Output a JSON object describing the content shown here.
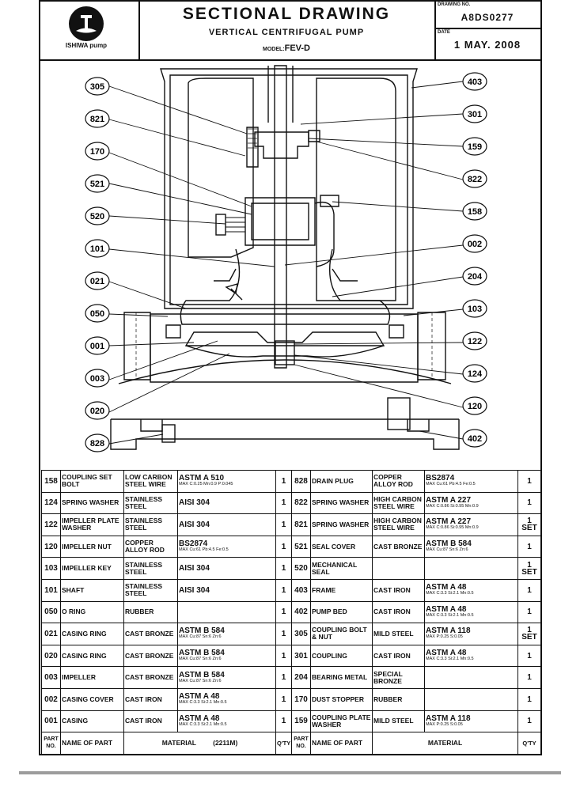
{
  "header": {
    "logo_text": "ISHIWA pump",
    "title": "SECTIONAL DRAWING",
    "subtitle": "VERTICAL CENTRIFUGAL PUMP",
    "model_label": "MODEL:",
    "model": "FEV-D",
    "drawing_no_label": "DRAWING NO.",
    "drawing_no": "A8DS0277",
    "date_label": "DATE",
    "date": "1 MAY. 2008"
  },
  "callouts_left": [
    "305",
    "821",
    "170",
    "521",
    "520",
    "101",
    "021",
    "050",
    "001",
    "003",
    "020",
    "828"
  ],
  "callouts_right": [
    "403",
    "301",
    "159",
    "822",
    "158",
    "002",
    "204",
    "103",
    "122",
    "124",
    "120",
    "402"
  ],
  "parts_rows": [
    {
      "l_no": "158",
      "l_name": "COUPLING SET BOLT",
      "l_mat": "LOW CARBON STEEL WIRE",
      "l_std": "ASTM A 510",
      "l_comp": "MAX C:0.25 Mn:0.9 P:0.045",
      "l_qty": "1",
      "r_no": "828",
      "r_name": "DRAIN PLUG",
      "r_mat": "COPPER ALLOY ROD",
      "r_std": "BS2874",
      "r_comp": "MAX Cu:61 Pb:4.5 Fe:0.5",
      "r_qty": "1"
    },
    {
      "l_no": "124",
      "l_name": "SPRING WASHER",
      "l_mat": "STAINLESS STEEL",
      "l_std": "AISI 304",
      "l_comp": "",
      "l_qty": "1",
      "r_no": "822",
      "r_name": "SPRING WASHER",
      "r_mat": "HIGH CARBON STEEL WIRE",
      "r_std": "ASTM A 227",
      "r_comp": "MAX C:0.86 Si:0.95 Mn:0.9",
      "r_qty": "1"
    },
    {
      "l_no": "122",
      "l_name": "IMPELLER PLATE WASHER",
      "l_mat": "STAINLESS STEEL",
      "l_std": "AISI 304",
      "l_comp": "",
      "l_qty": "1",
      "r_no": "821",
      "r_name": "SPRING WASHER",
      "r_mat": "HIGH CARBON STEEL WIRE",
      "r_std": "ASTM A 227",
      "r_comp": "MAX C:0.86 Si:0.95 Mn:0.9",
      "r_qty": "1 SET"
    },
    {
      "l_no": "120",
      "l_name": "IMPELLER NUT",
      "l_mat": "COPPER ALLOY ROD",
      "l_std": "BS2874",
      "l_comp": "MAX Cu:61 Pb:4.5 Fe:0.5",
      "l_qty": "1",
      "r_no": "521",
      "r_name": "SEAL COVER",
      "r_mat": "CAST BRONZE",
      "r_std": "ASTM B 584",
      "r_comp": "MAX Cu:87 Sn:6 Zn:6",
      "r_qty": "1"
    },
    {
      "l_no": "103",
      "l_name": "IMPELLER KEY",
      "l_mat": "STAINLESS STEEL",
      "l_std": "AISI 304",
      "l_comp": "",
      "l_qty": "1",
      "r_no": "520",
      "r_name": "MECHANICAL SEAL",
      "r_mat": "",
      "r_std": "",
      "r_comp": "",
      "r_qty": "1 SET"
    },
    {
      "l_no": "101",
      "l_name": "SHAFT",
      "l_mat": "STAINLESS STEEL",
      "l_std": "AISI 304",
      "l_comp": "",
      "l_qty": "1",
      "r_no": "403",
      "r_name": "FRAME",
      "r_mat": "CAST IRON",
      "r_std": "ASTM A 48",
      "r_comp": "MAX C:3.3 Si:2.1 Mn:0.5",
      "r_qty": "1"
    },
    {
      "l_no": "050",
      "l_name": "O RING",
      "l_mat": "RUBBER",
      "l_std": "",
      "l_comp": "",
      "l_qty": "1",
      "r_no": "402",
      "r_name": "PUMP BED",
      "r_mat": "CAST IRON",
      "r_std": "ASTM A 48",
      "r_comp": "MAX C:3.3 Si:2.1 Mn:0.5",
      "r_qty": "1"
    },
    {
      "l_no": "021",
      "l_name": "CASING RING",
      "l_mat": "CAST BRONZE",
      "l_std": "ASTM B 584",
      "l_comp": "MAX Cu:87 Sn:6 Zn:6",
      "l_qty": "1",
      "r_no": "305",
      "r_name": "COUPLING BOLT & NUT",
      "r_mat": "MILD STEEL",
      "r_std": "ASTM A 118",
      "r_comp": "MAX P:0.25 S:0.05",
      "r_qty": "1 SET"
    },
    {
      "l_no": "020",
      "l_name": "CASING RING",
      "l_mat": "CAST BRONZE",
      "l_std": "ASTM B 584",
      "l_comp": "MAX Cu:87 Sn:6 Zn:6",
      "l_qty": "1",
      "r_no": "301",
      "r_name": "COUPLING",
      "r_mat": "CAST IRON",
      "r_std": "ASTM A 48",
      "r_comp": "MAX C:3.3 Si:2.1 Mn:0.5",
      "r_qty": "1"
    },
    {
      "l_no": "003",
      "l_name": "IMPELLER",
      "l_mat": "CAST BRONZE",
      "l_std": "ASTM B 584",
      "l_comp": "MAX Cu:87 Sn:6 Zn:6",
      "l_qty": "1",
      "r_no": "204",
      "r_name": "BEARING METAL",
      "r_mat": "SPECIAL BRONZE",
      "r_std": "",
      "r_comp": "",
      "r_qty": "1"
    },
    {
      "l_no": "002",
      "l_name": "CASING COVER",
      "l_mat": "CAST IRON",
      "l_std": "ASTM A 48",
      "l_comp": "MAX C:3.3 Si:2.1 Mn:0.5",
      "l_qty": "1",
      "r_no": "170",
      "r_name": "DUST STOPPER",
      "r_mat": "RUBBER",
      "r_std": "",
      "r_comp": "",
      "r_qty": "1"
    },
    {
      "l_no": "001",
      "l_name": "CASING",
      "l_mat": "CAST IRON",
      "l_std": "ASTM A 48",
      "l_comp": "MAX C:3.3 Si:2.1 Mn:0.5",
      "l_qty": "1",
      "r_no": "159",
      "r_name": "COUPLING PLATE WASHER",
      "r_mat": "MILD STEEL",
      "r_std": "ASTM A 118",
      "r_comp": "MAX P:0.25 S:0.05",
      "r_qty": "1"
    }
  ],
  "parts_footer": {
    "part_no": "PART NO.",
    "name": "NAME OF PART",
    "material_left": "MATERIAL",
    "material_note": "(2211M)",
    "qty": "Q'TY",
    "material_right": "MATERIAL"
  }
}
